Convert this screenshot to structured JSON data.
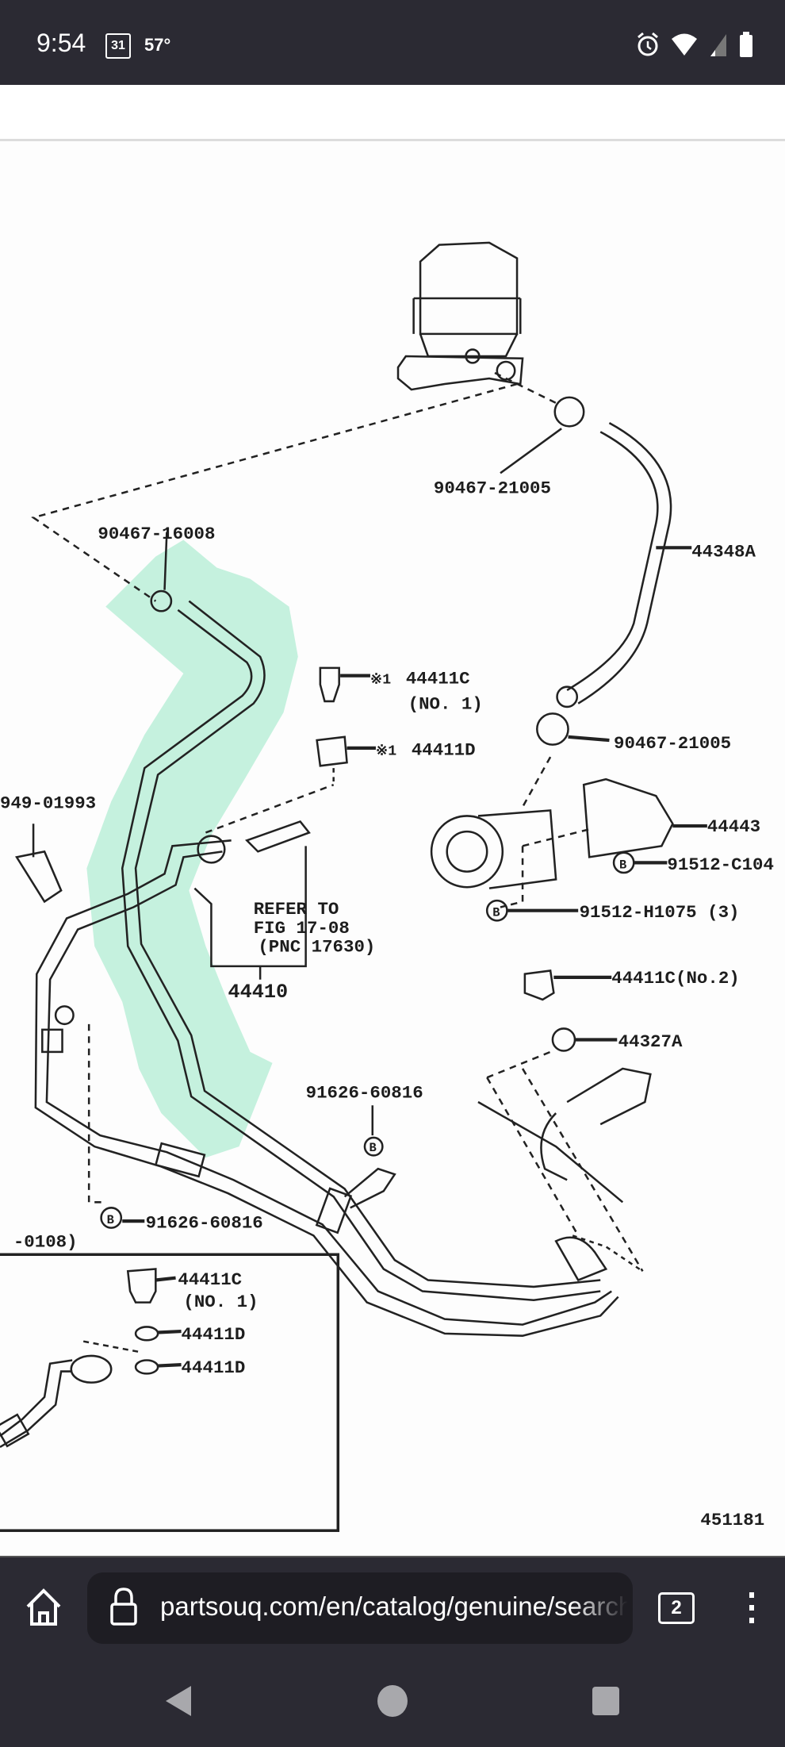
{
  "status_bar": {
    "time": "9:54",
    "calendar_day": "31",
    "temperature": "57°"
  },
  "diagram": {
    "labels": {
      "reservoir_clamp": "90467-21005",
      "hose_upper": "44348A",
      "left_clamp": "90467-16008",
      "bolt_no1_mark": "※1",
      "bolt_no1": "44411C",
      "bolt_no1_sub": "(NO. 1)",
      "gasket_mark": "※1",
      "gasket": "44411D",
      "pump_clamp": "90467-21005",
      "clip_left": "949-01993",
      "bracket": "44443",
      "bolt_c104": "91512-C104",
      "bolt_h1075": "91512-H1075 (3)",
      "refer_line1": "REFER TO",
      "refer_line2": "FIG 17-08",
      "refer_line3": "(PNC 17630)",
      "pipe": "44410",
      "bolt_no2": "44411C(No.2)",
      "nut": "44327A",
      "bolt_center": "91626-60816",
      "bolt_left": "91626-60816",
      "date_range": "-0108)",
      "inset_bolt": "44411C",
      "inset_bolt_sub": "(NO. 1)",
      "inset_gasket1": "44411D",
      "inset_gasket2": "44411D",
      "figure_id": "451181",
      "b_mark": "B"
    },
    "highlight_color": "#bff0da"
  },
  "browser": {
    "url": "partsouq.com/en/catalog/genuine/search",
    "tab_count": "2"
  }
}
